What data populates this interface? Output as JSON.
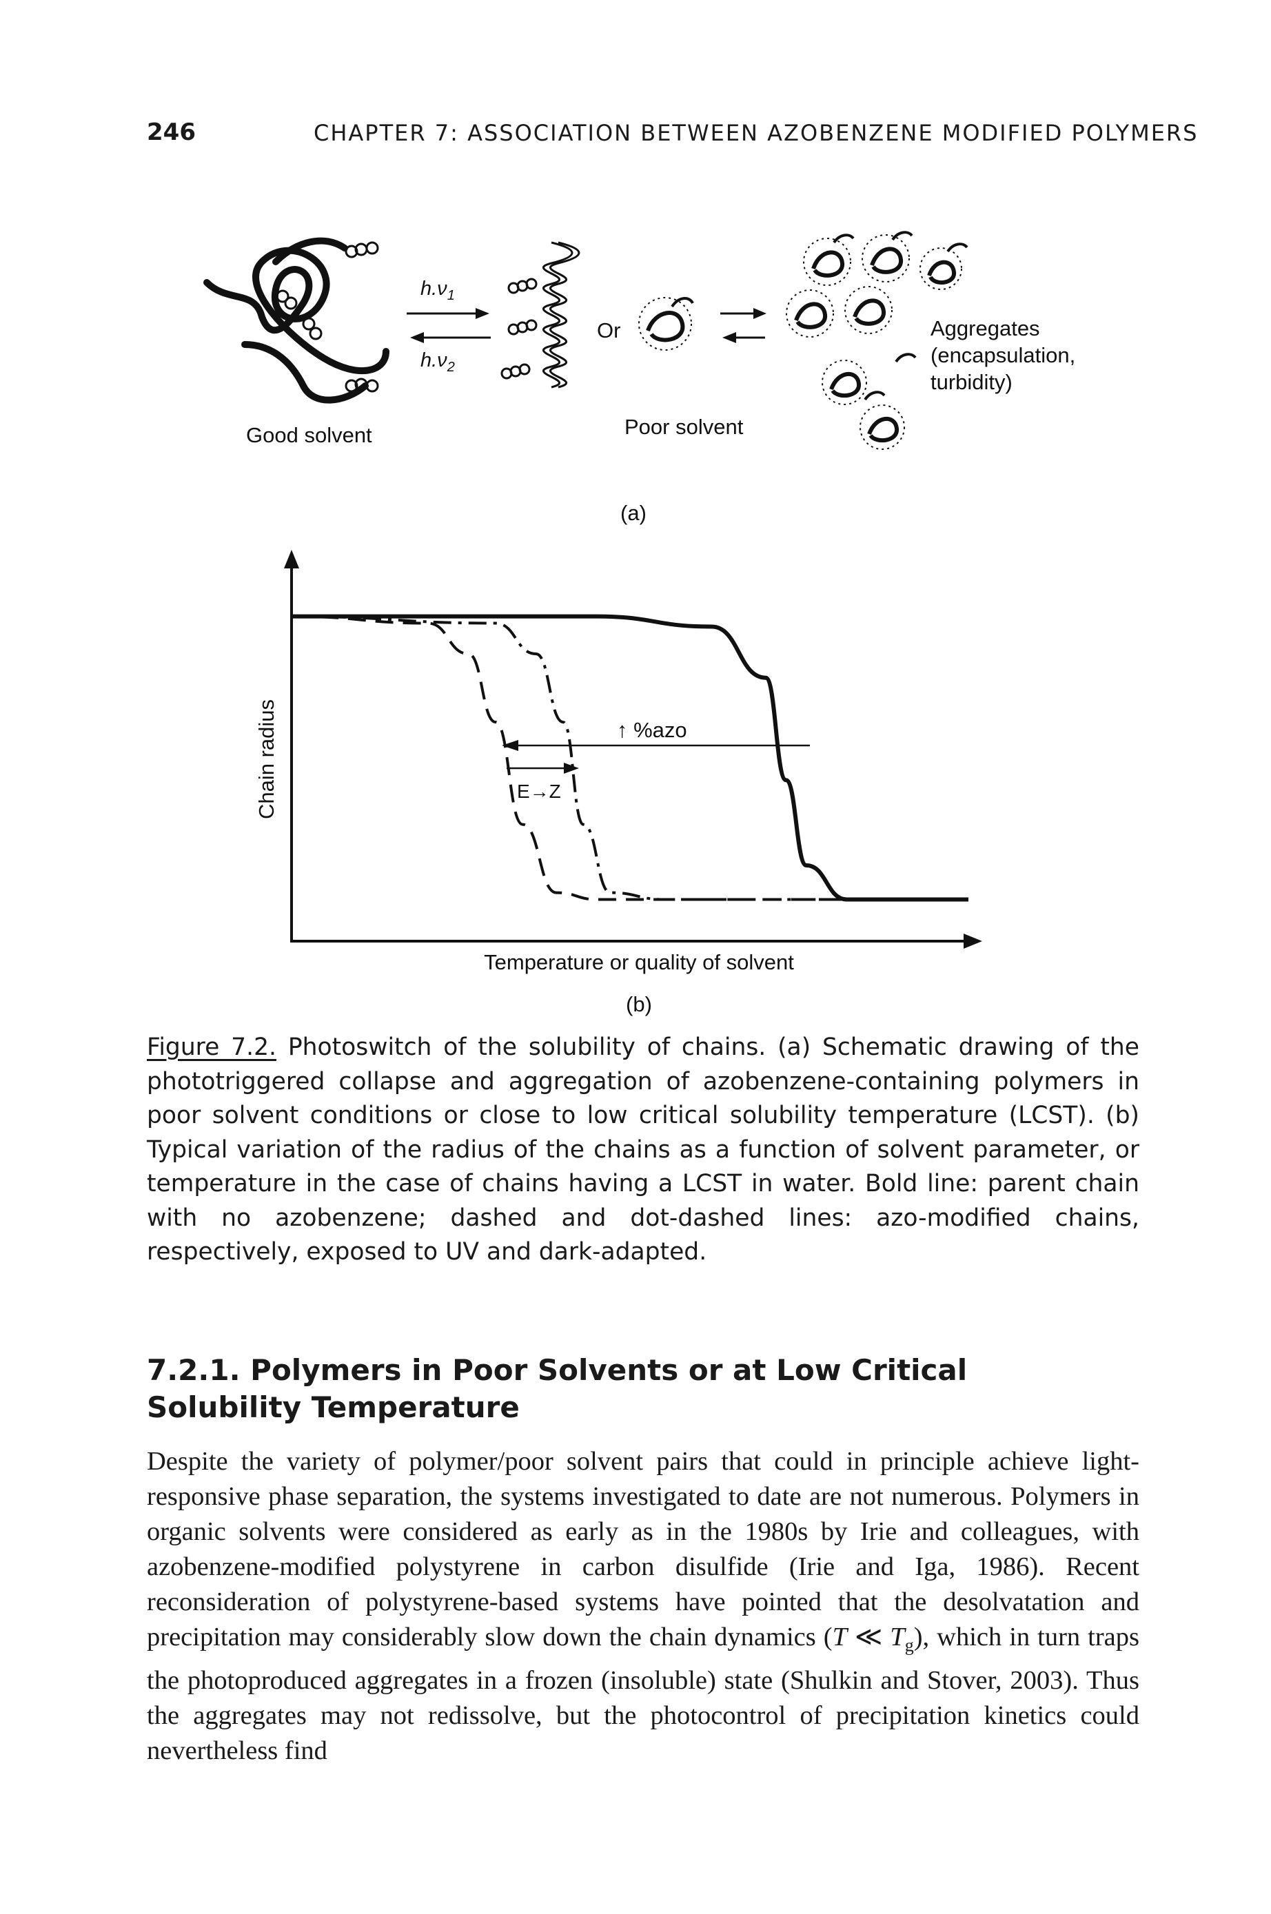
{
  "header": {
    "page_number": "246",
    "running_title": "CHAPTER 7: ASSOCIATION BETWEEN AZOBENZENE MODIFIED POLYMERS"
  },
  "figure": {
    "panel_a": {
      "label": "(a)",
      "good_solvent": "Good solvent",
      "poor_solvent": "Poor solvent",
      "hv1": "h.ν",
      "hv1_sub": "1",
      "hv2": "h.ν",
      "hv2_sub": "2",
      "or_label": "Or",
      "aggregates_line1": "Aggregates",
      "aggregates_line2": "(encapsulation,",
      "aggregates_line3": "turbidity)"
    },
    "panel_b": {
      "label": "(b)",
      "ylabel": "Chain radius",
      "xlabel": "Temperature or quality of solvent",
      "azo_annotation": "↑ %azo",
      "ez_annotation": "E→Z"
    }
  },
  "chart_data": {
    "type": "line",
    "title": "",
    "xlabel": "Temperature or quality of solvent",
    "ylabel": "Chain radius",
    "x_ticks": false,
    "y_ticks": false,
    "series": [
      {
        "style": "bold-solid",
        "x": [
          0,
          0.45,
          0.62,
          0.7,
          0.73,
          0.76,
          0.82,
          1.0
        ],
        "y": [
          0.93,
          0.93,
          0.9,
          0.75,
          0.45,
          0.2,
          0.1,
          0.1
        ]
      },
      {
        "style": "dashed",
        "x": [
          0,
          0.2,
          0.26,
          0.3,
          0.34,
          0.39,
          0.45,
          1.0
        ],
        "y": [
          0.93,
          0.91,
          0.82,
          0.62,
          0.32,
          0.12,
          0.1,
          0.1
        ]
      },
      {
        "style": "dot-dashed",
        "x": [
          0,
          0.3,
          0.36,
          0.4,
          0.43,
          0.47,
          0.55,
          1.0
        ],
        "y": [
          0.93,
          0.91,
          0.82,
          0.62,
          0.32,
          0.12,
          0.1,
          0.1
        ]
      }
    ],
    "annotations": [
      "↑ %azo",
      "E→Z"
    ],
    "grid": false,
    "legend": "none"
  },
  "caption": {
    "figure_label": "Figure 7.2.",
    "text": " Photoswitch of the solubility of chains. (a) Schematic drawing of the phototriggered collapse and aggregation of azobenzene-containing polymers in poor solvent conditions or close to low critical solubility temperature (LCST). (b) Typical variation of the radius of the chains as a function of solvent parameter, or temperature in the case of chains having a LCST in water. Bold line: parent chain with no azobenzene; dashed and dot-dashed lines: azo-modified chains, respectively, exposed to UV and dark-adapted."
  },
  "section": {
    "title_line1": "7.2.1. Polymers in Poor Solvents or at Low Critical",
    "title_line2": "Solubility Temperature"
  },
  "body": {
    "p1_a": "Despite the variety of polymer/poor solvent pairs that could in principle achieve light-responsive phase separation, the systems investigated to date are not numerous. Polymers in organic solvents were considered as early as in the 1980s by Irie and colleagues, with azobenzene-modified polystyrene in carbon disulfide (Irie and Iga, 1986). Recent reconsideration of polystyrene-based systems have pointed that the desolvatation and precipitation may considerably slow down the chain dynamics (",
    "p1_T": "T",
    "p1_ll": " ≪ ",
    "p1_Tg": "T",
    "p1_g": "g",
    "p1_b": "), which in turn traps the photoproduced aggregates in a frozen (insoluble) state (Shulkin and Stover, 2003). Thus the aggregates may not redissolve, but the photocontrol of precipitation kinetics could nevertheless find"
  }
}
